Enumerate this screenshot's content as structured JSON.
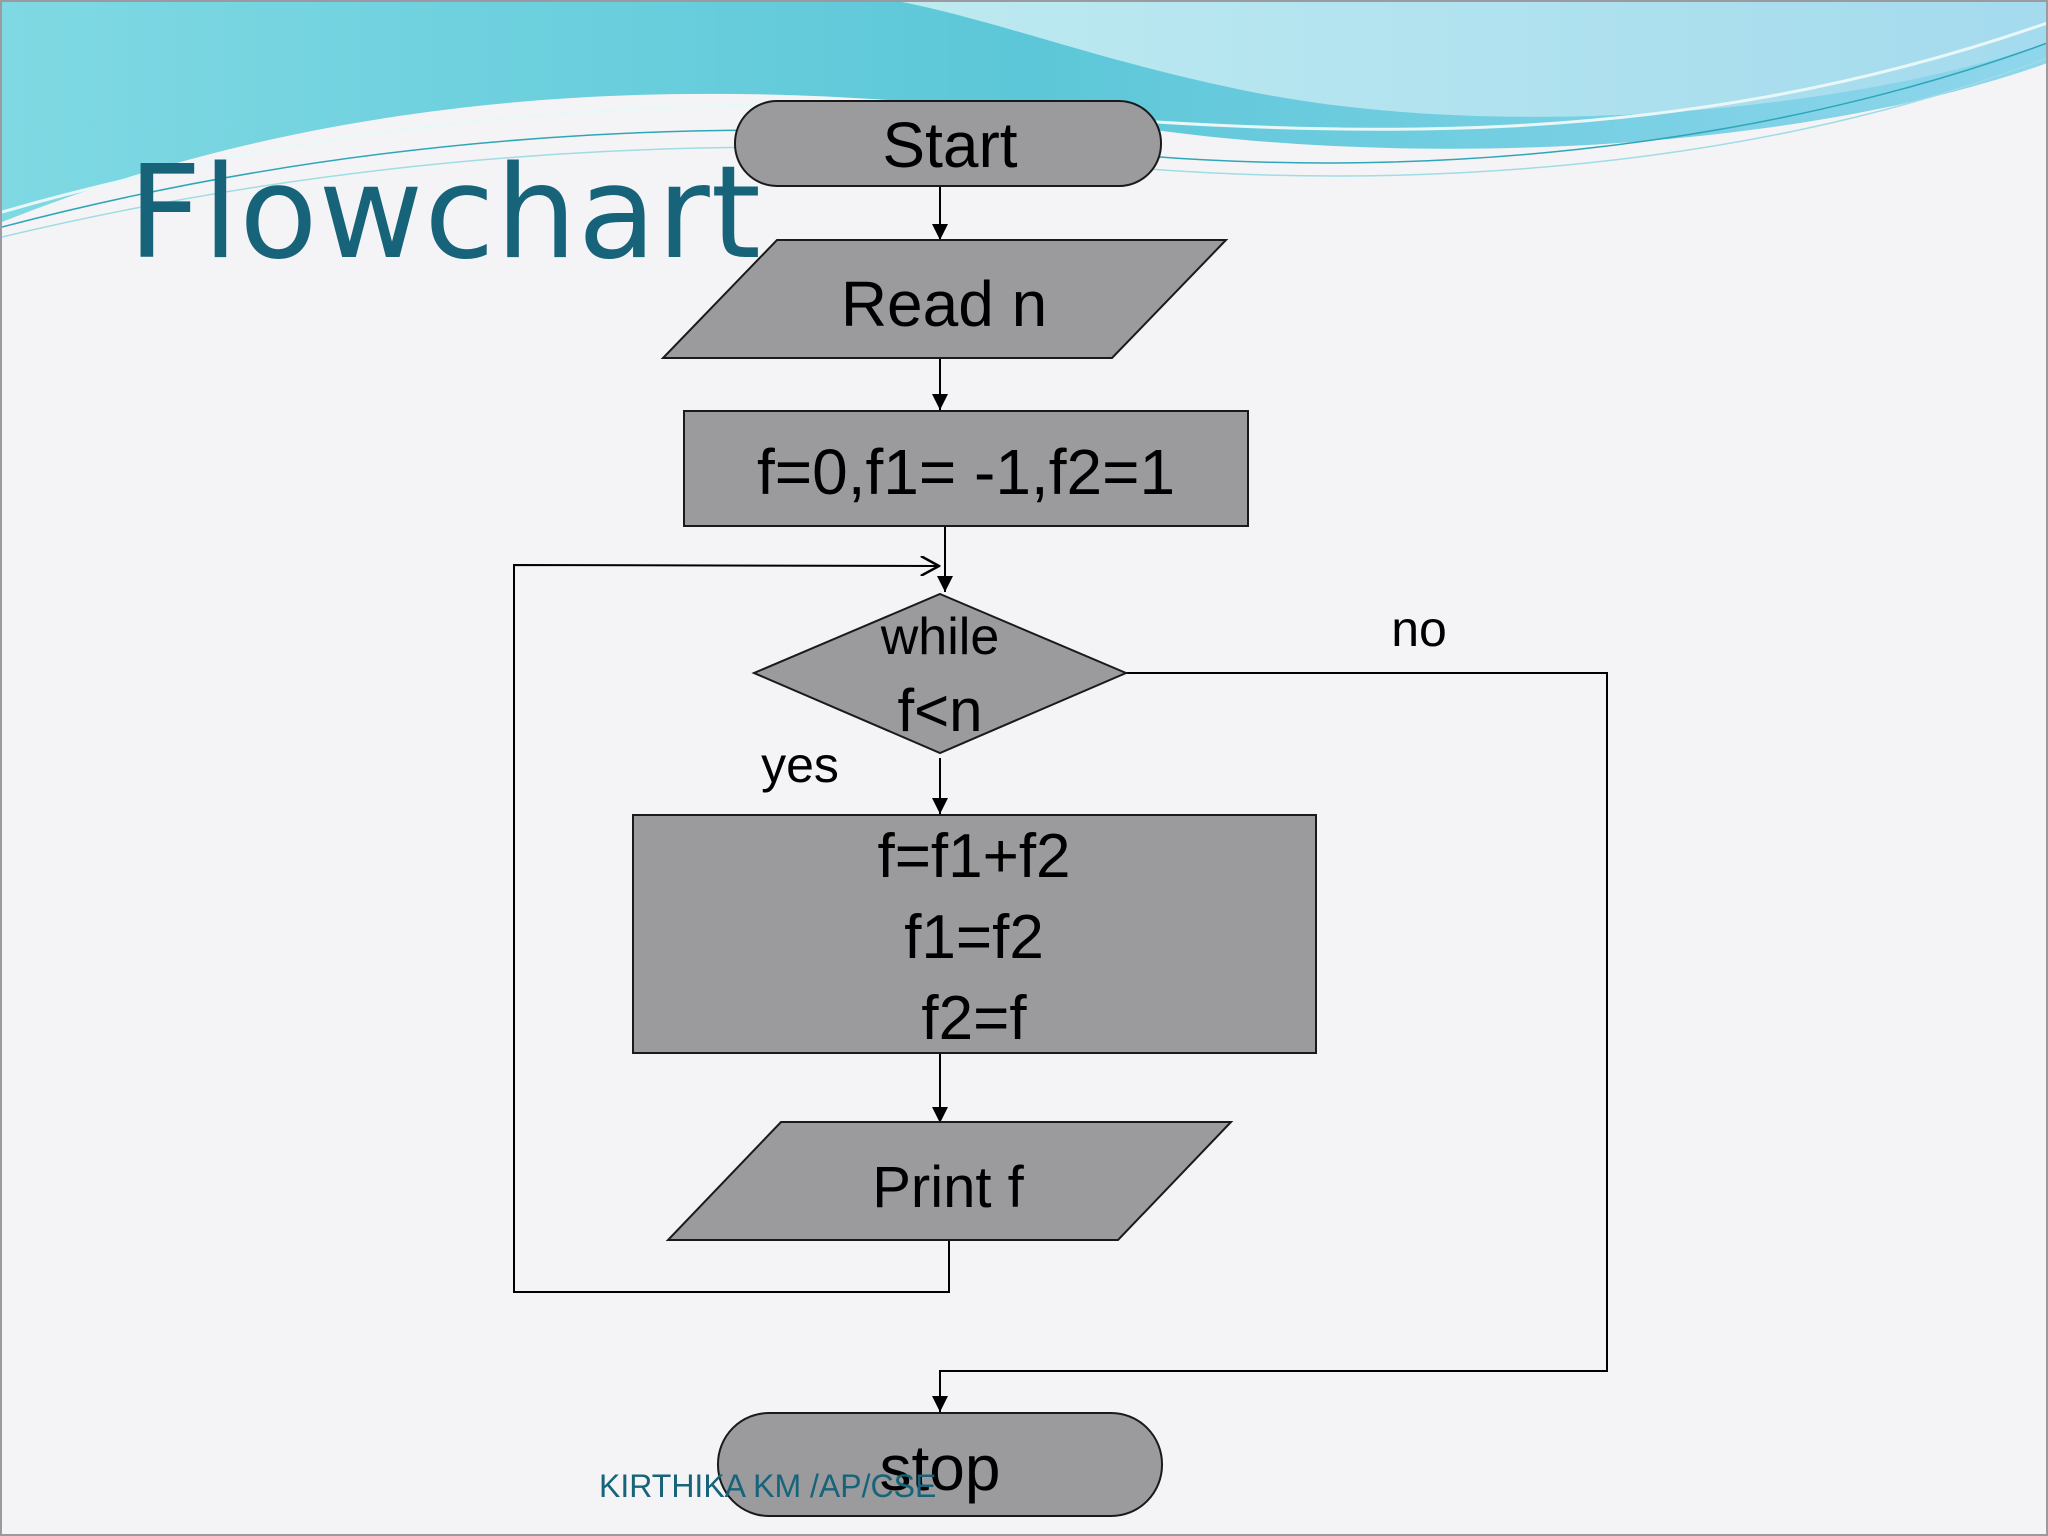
{
  "slide": {
    "title": "Flowchart",
    "footer": "KIRTHIKA KM /AP/CSE"
  },
  "colors": {
    "title": "#17637a",
    "shape_fill": "#9b9a9d",
    "wave_primary": "#5cc7d8",
    "wave_light": "#b9e8ef"
  },
  "flowchart": {
    "nodes": [
      {
        "id": "start",
        "shape": "terminator",
        "lines": [
          "Start"
        ]
      },
      {
        "id": "read",
        "shape": "parallelogram",
        "lines": [
          "Read n"
        ]
      },
      {
        "id": "init",
        "shape": "process",
        "lines": [
          "f=0,f1= -1,f2=1"
        ]
      },
      {
        "id": "cond",
        "shape": "decision",
        "lines": [
          "while",
          "f<n"
        ]
      },
      {
        "id": "body",
        "shape": "process",
        "lines": [
          "f=f1+f2",
          "f1=f2",
          "f2=f"
        ]
      },
      {
        "id": "print",
        "shape": "parallelogram",
        "lines": [
          "Print f"
        ]
      },
      {
        "id": "stop",
        "shape": "terminator",
        "lines": [
          "stop"
        ]
      }
    ],
    "edges": [
      {
        "from": "start",
        "to": "read",
        "label": ""
      },
      {
        "from": "read",
        "to": "init",
        "label": ""
      },
      {
        "from": "init",
        "to": "cond",
        "label": ""
      },
      {
        "from": "cond",
        "to": "body",
        "label": "yes"
      },
      {
        "from": "body",
        "to": "print",
        "label": ""
      },
      {
        "from": "print",
        "to": "cond",
        "label": ""
      },
      {
        "from": "cond",
        "to": "stop",
        "label": "no"
      }
    ]
  }
}
